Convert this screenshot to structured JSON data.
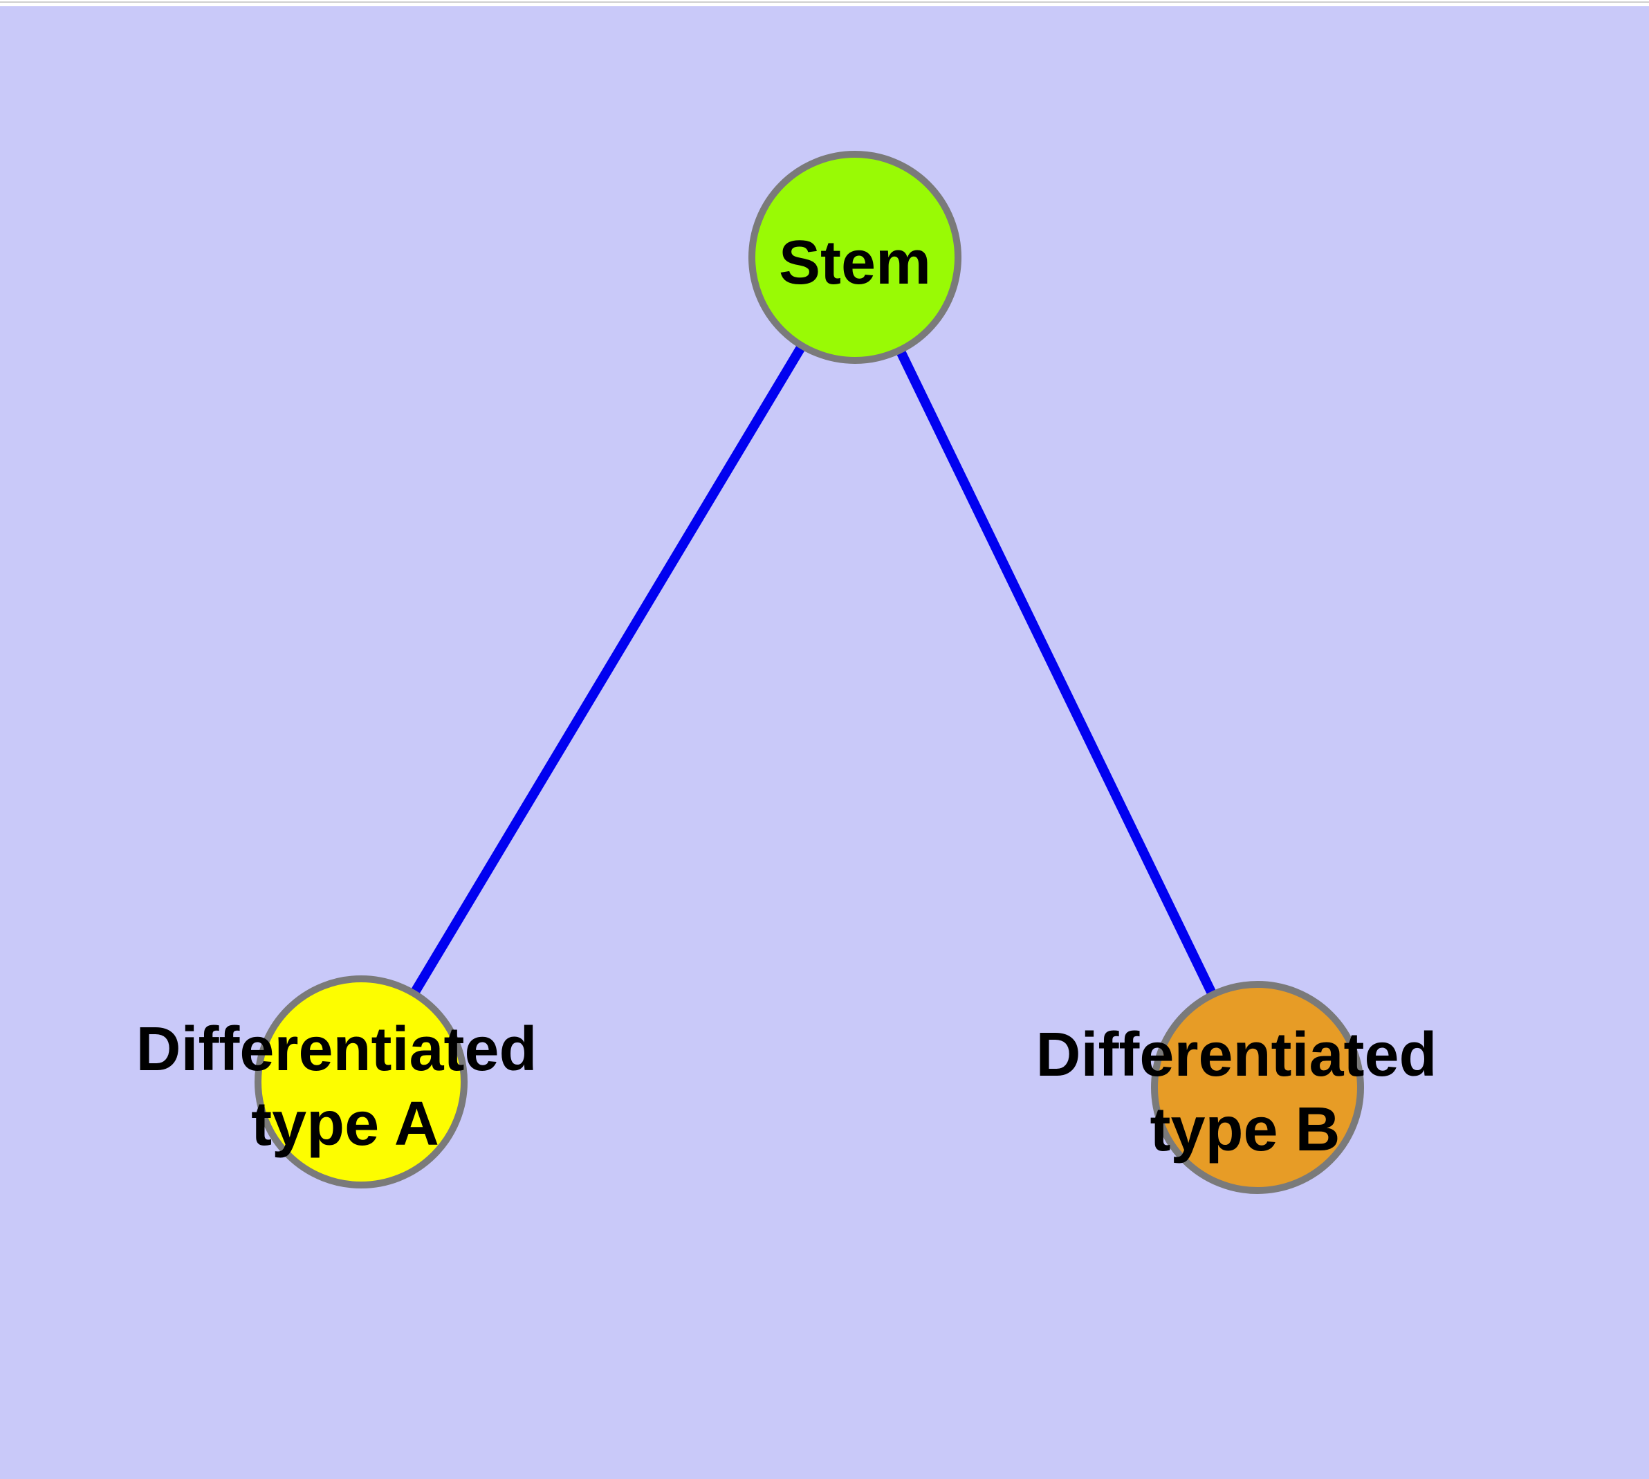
{
  "canvas": {
    "top_strip_color": "#ffffff",
    "top_hairline_color": "#cfcfcf",
    "background_color": "#c9c9f9"
  },
  "graph": {
    "edge_color": "#0101f0",
    "node_border_color": "#7a7a7a",
    "label_color": "#000000",
    "nodes": {
      "stem": {
        "label": "Stem",
        "fill": "#99fa05"
      },
      "type_a": {
        "label_line1": "Differentiated",
        "label_line2": "type A",
        "fill": "#fdfd00"
      },
      "type_b": {
        "label_line1": "Differentiated",
        "label_line2": "type B",
        "fill": "#e79c26"
      }
    },
    "edges": [
      {
        "from": "Stem",
        "to": "Differentiated type A"
      },
      {
        "from": "Stem",
        "to": "Differentiated type B"
      }
    ]
  }
}
